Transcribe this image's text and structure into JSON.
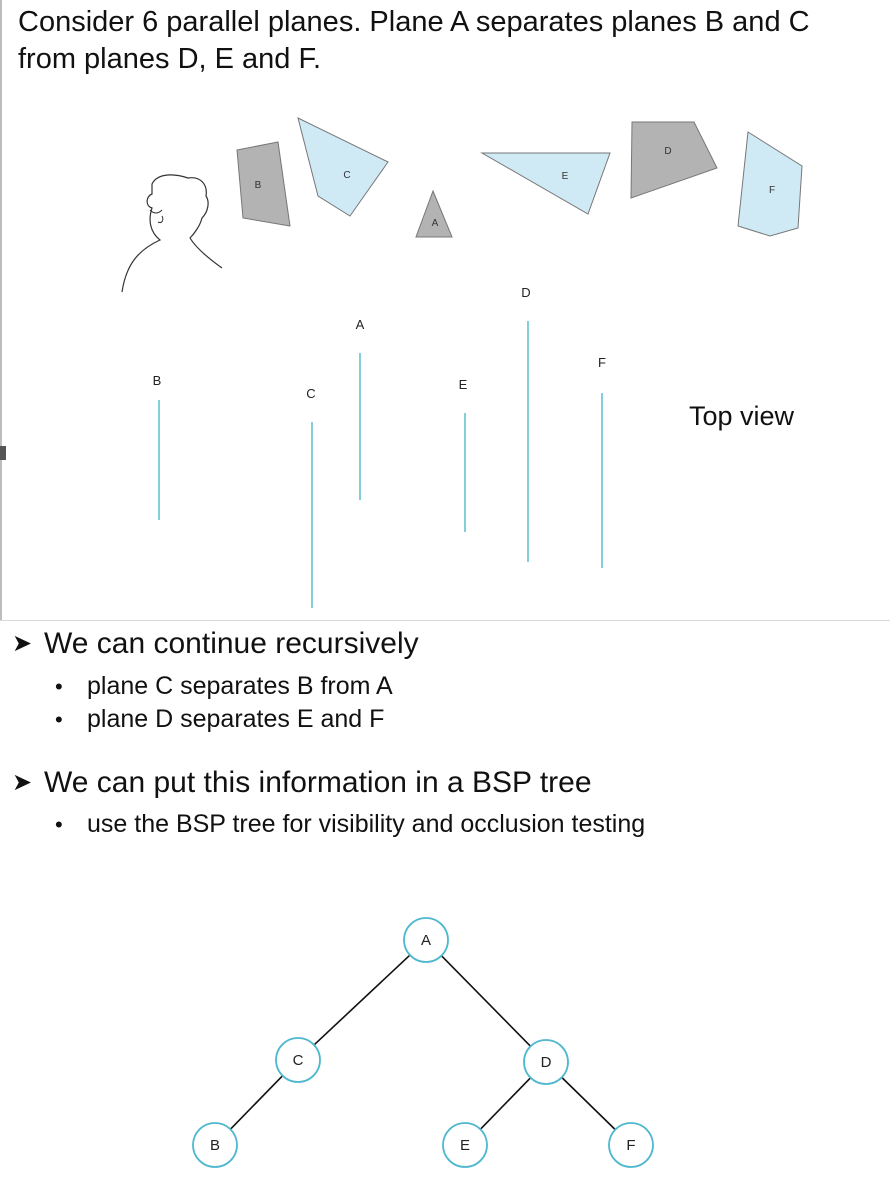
{
  "heading": {
    "line1": "Consider 6 parallel planes.  Plane A separates planes B and C",
    "line2": "from planes D, E and F."
  },
  "scene": {
    "planes": [
      {
        "label": "B",
        "fill": "#b3b3b3"
      },
      {
        "label": "C",
        "fill": "#cfeaf5"
      },
      {
        "label": "A",
        "fill": "#b3b3b3"
      },
      {
        "label": "E",
        "fill": "#cfeaf5"
      },
      {
        "label": "D",
        "fill": "#b3b3b3"
      },
      {
        "label": "F",
        "fill": "#cfeaf5"
      }
    ]
  },
  "top_view": {
    "caption": "Top view",
    "line_color": "#4fb8cf",
    "planes": [
      "B",
      "C",
      "A",
      "E",
      "D",
      "F"
    ]
  },
  "bullets": [
    {
      "text": "We can continue recursively",
      "sub": [
        "plane C separates B from A",
        "plane D separates E and F"
      ]
    },
    {
      "text": "We can put this information in a BSP tree",
      "sub": [
        "use the BSP tree for visibility and occlusion testing"
      ]
    }
  ],
  "tree": {
    "node_stroke": "#4fb8cf",
    "nodes": [
      "A",
      "C",
      "D",
      "B",
      "E",
      "F"
    ],
    "edges": [
      [
        "A",
        "C"
      ],
      [
        "A",
        "D"
      ],
      [
        "C",
        "B"
      ],
      [
        "D",
        "E"
      ],
      [
        "D",
        "F"
      ]
    ]
  }
}
